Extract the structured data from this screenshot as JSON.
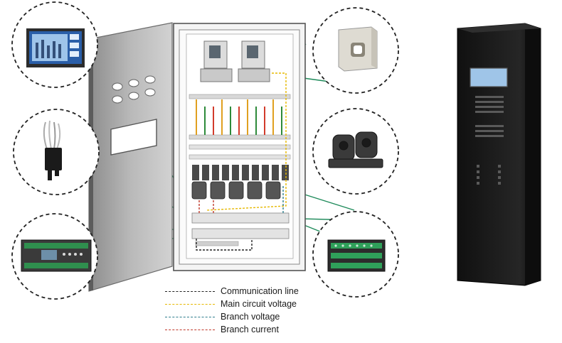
{
  "legend": [
    {
      "label": "Communication line",
      "color": "#222222"
    },
    {
      "label": "Main circuit voltage",
      "color": "#e6b800"
    },
    {
      "label": "Branch voltage",
      "color": "#2e7d8c"
    },
    {
      "label": "Branch current",
      "color": "#c0392b"
    }
  ],
  "colors": {
    "connector_line": "#1e8a5a",
    "cabinet_frame": "#9a9a9a",
    "door_panel": "#b5b5b5",
    "rack_body": "#1c1c1c",
    "rack_screen": "#9fc5e8"
  },
  "callouts": [
    {
      "name": "monitor-display-callout",
      "icon": "touch-screen-display-icon"
    },
    {
      "name": "cable-connector-callout",
      "icon": "wire-connector-icon"
    },
    {
      "name": "din-rail-module-callout",
      "icon": "din-rail-meter-icon"
    },
    {
      "name": "current-transformer-callout",
      "icon": "current-transformer-icon"
    },
    {
      "name": "split-core-sensor-callout",
      "icon": "split-core-ct-icon"
    },
    {
      "name": "io-module-callout",
      "icon": "io-terminal-module-icon"
    }
  ]
}
